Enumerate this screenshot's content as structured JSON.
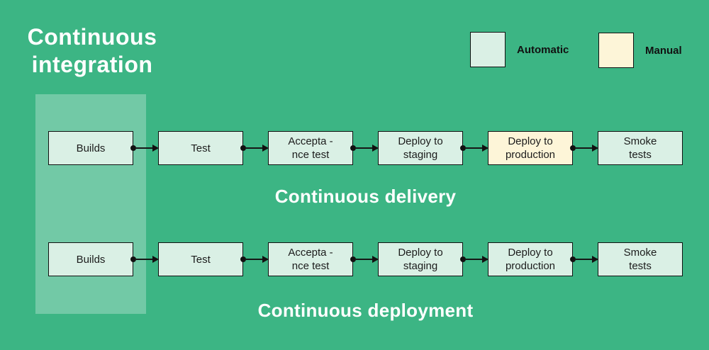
{
  "title": "Continuous\nintegration",
  "colors": {
    "background": "#3cb584",
    "band": "rgba(255,255,255,0.28)",
    "automatic_fill": "#daf0e5",
    "manual_fill": "#fdf5d8",
    "box_border": "#111111",
    "dark_text": "#1c1c1c",
    "light_text": "#ffffff"
  },
  "legend": [
    {
      "label": "Automatic",
      "mode": "automatic"
    },
    {
      "label": "Manual",
      "mode": "manual"
    }
  ],
  "pipelines": [
    {
      "label": "Continuous delivery",
      "stages": [
        {
          "label": "Builds",
          "mode": "automatic"
        },
        {
          "label": "Test",
          "mode": "automatic"
        },
        {
          "label": "Accepta -\nnce test",
          "mode": "automatic"
        },
        {
          "label": "Deploy to\nstaging",
          "mode": "automatic"
        },
        {
          "label": "Deploy to\nproduction",
          "mode": "manual"
        },
        {
          "label": "Smoke\ntests",
          "mode": "automatic"
        }
      ]
    },
    {
      "label": "Continuous deployment",
      "stages": [
        {
          "label": "Builds",
          "mode": "automatic"
        },
        {
          "label": "Test",
          "mode": "automatic"
        },
        {
          "label": "Accepta -\nnce test",
          "mode": "automatic"
        },
        {
          "label": "Deploy to\nstaging",
          "mode": "automatic"
        },
        {
          "label": "Deploy to\nproduction",
          "mode": "automatic"
        },
        {
          "label": "Smoke\ntests",
          "mode": "automatic"
        }
      ]
    }
  ]
}
